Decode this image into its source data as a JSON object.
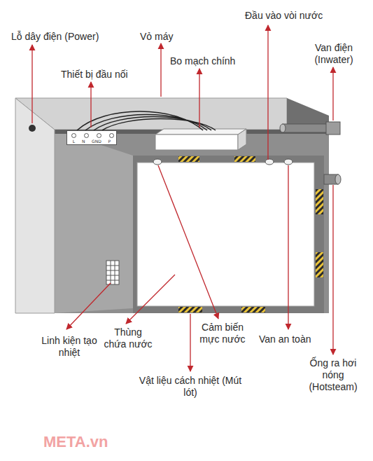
{
  "diagram": {
    "nodes": [
      {
        "text": [
          "L",
          "N",
          "GND",
          "P"
        ]
      }
    ],
    "labels": [
      "Lỗ dây điện (Power)",
      "Vỏ máy",
      "Thiết bị đầu nối",
      "Bo mạch chính",
      "Đầu vào vòi nước",
      "Van điện (Inwater)",
      "Linh kiện tạo nhiệt",
      "Thùng chứa nước",
      "Cảm biến mực nước",
      "Van an toàn",
      "Ống ra hơi nóng (Hotsteam)",
      "Vật liệu cách nhiệt (Mút lót)",
      "META.vn"
    ]
  }
}
